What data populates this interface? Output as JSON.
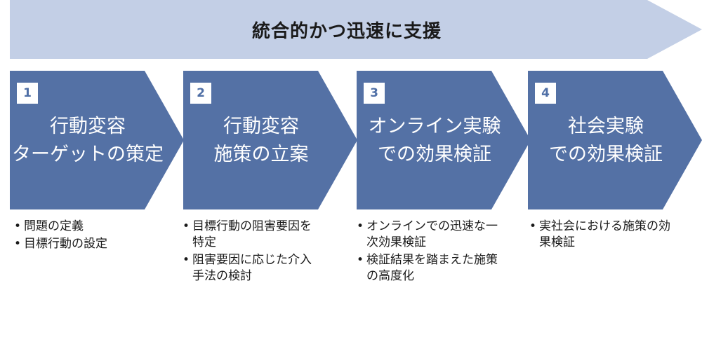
{
  "banner": {
    "title": "統合的かつ迅速に支援"
  },
  "colors": {
    "banner_fill": "#c3cfe6",
    "chevron_fill": "#5471a5",
    "number_text": "#4f6fa6"
  },
  "steps": [
    {
      "number": "1",
      "title_lines": [
        "行動変容",
        "ターゲットの策定"
      ],
      "bullets": [
        [
          "問題の定義"
        ],
        [
          "目標行動の設定"
        ]
      ]
    },
    {
      "number": "2",
      "title_lines": [
        "行動変容",
        "施策の立案"
      ],
      "bullets": [
        [
          "目標行動の阻害要因を",
          "特定"
        ],
        [
          "阻害要因に応じた介入",
          "手法の検討"
        ]
      ]
    },
    {
      "number": "3",
      "title_lines": [
        "オンライン実験",
        "での効果検証"
      ],
      "bullets": [
        [
          "オンラインでの迅速な一",
          "次効果検証"
        ],
        [
          "検証結果を踏まえた施策",
          "の高度化"
        ]
      ]
    },
    {
      "number": "4",
      "title_lines": [
        "社会実験",
        "での効果検証"
      ],
      "bullets": [
        [
          "実社会における施策の効",
          "果検証"
        ]
      ]
    }
  ]
}
